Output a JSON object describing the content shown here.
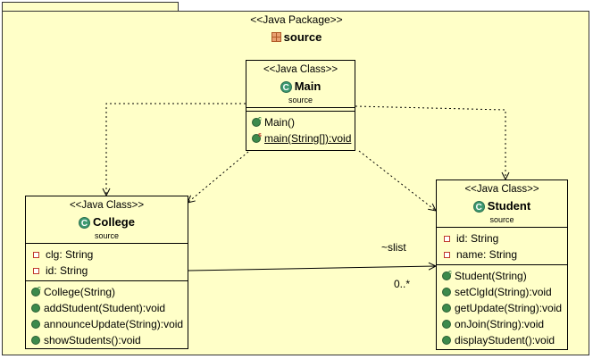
{
  "package": {
    "stereotype": "<<Java Package>>",
    "name": "source"
  },
  "classes": {
    "main": {
      "stereotype": "<<Java Class>>",
      "name": "Main",
      "source": "source",
      "attributes": [],
      "methods": [
        {
          "label": "Main()",
          "kind": "constructor"
        },
        {
          "label": "main(String[]):void",
          "kind": "static"
        }
      ]
    },
    "college": {
      "stereotype": "<<Java Class>>",
      "name": "College",
      "source": "source",
      "attributes": [
        {
          "label": "clg: String"
        },
        {
          "label": "id: String"
        }
      ],
      "methods": [
        {
          "label": "College(String)",
          "kind": "constructor"
        },
        {
          "label": "addStudent(Student):void",
          "kind": "method"
        },
        {
          "label": "announceUpdate(String):void",
          "kind": "method"
        },
        {
          "label": "showStudents():void",
          "kind": "method"
        }
      ]
    },
    "student": {
      "stereotype": "<<Java Class>>",
      "name": "Student",
      "source": "source",
      "attributes": [
        {
          "label": "id: String"
        },
        {
          "label": "name: String"
        }
      ],
      "methods": [
        {
          "label": "Student(String)",
          "kind": "constructor"
        },
        {
          "label": "setClgId(String):void",
          "kind": "method"
        },
        {
          "label": "getUpdate(String):void",
          "kind": "method"
        },
        {
          "label": "onJoin(String):void",
          "kind": "method"
        },
        {
          "label": "displayStudent():void",
          "kind": "method"
        }
      ]
    }
  },
  "association": {
    "role": "~slist",
    "multiplicity": "0..*"
  },
  "icons": {
    "class_icon": "class-c-icon",
    "attribute_icon": "private-field-icon",
    "method_icon": "public-method-icon",
    "package_icon": "package-icon"
  },
  "colors": {
    "background": "#ffffc8",
    "class_icon": "#3d9970",
    "private_field": "#c0392b"
  }
}
